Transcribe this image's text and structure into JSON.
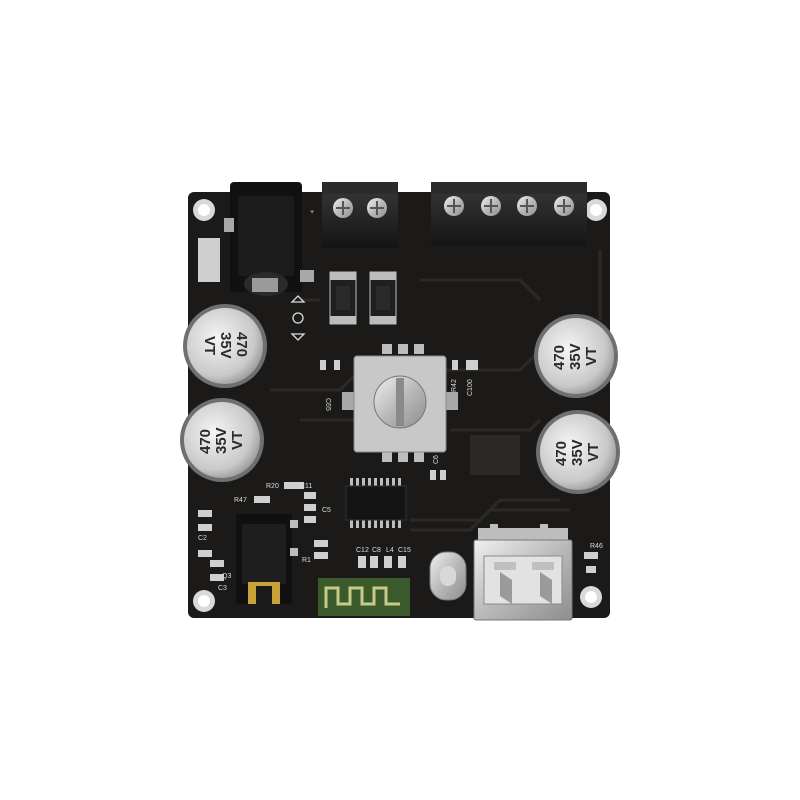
{
  "board": {
    "pcb_color": "#1b1a18",
    "trace_color": "#2a2826",
    "silk_color": "#dcdcdc",
    "metal_color": "#bdbdbd"
  },
  "capacitors": [
    {
      "id": "cap-top-left",
      "value": "470",
      "voltage": "35V",
      "series": "VT"
    },
    {
      "id": "cap-bottom-left",
      "value": "470",
      "voltage": "35V",
      "series": "VT"
    },
    {
      "id": "cap-top-right",
      "value": "470",
      "voltage": "35V",
      "series": "VT"
    },
    {
      "id": "cap-bottom-right",
      "value": "470",
      "voltage": "35V",
      "series": "VT"
    }
  ],
  "silkscreen": {
    "r20": "R20",
    "c11": "C11",
    "c5": "C5",
    "r47": "R47",
    "c2": "C2",
    "c3": "C3",
    "r1": "R1",
    "c12": "C12",
    "c8": "C8",
    "l4": "L4",
    "c15": "C15",
    "c6": "C6",
    "c100": "C100",
    "r42": "R42",
    "c65": "C65",
    "r46": "R46",
    "q3": "Q3",
    "plus": "+"
  }
}
